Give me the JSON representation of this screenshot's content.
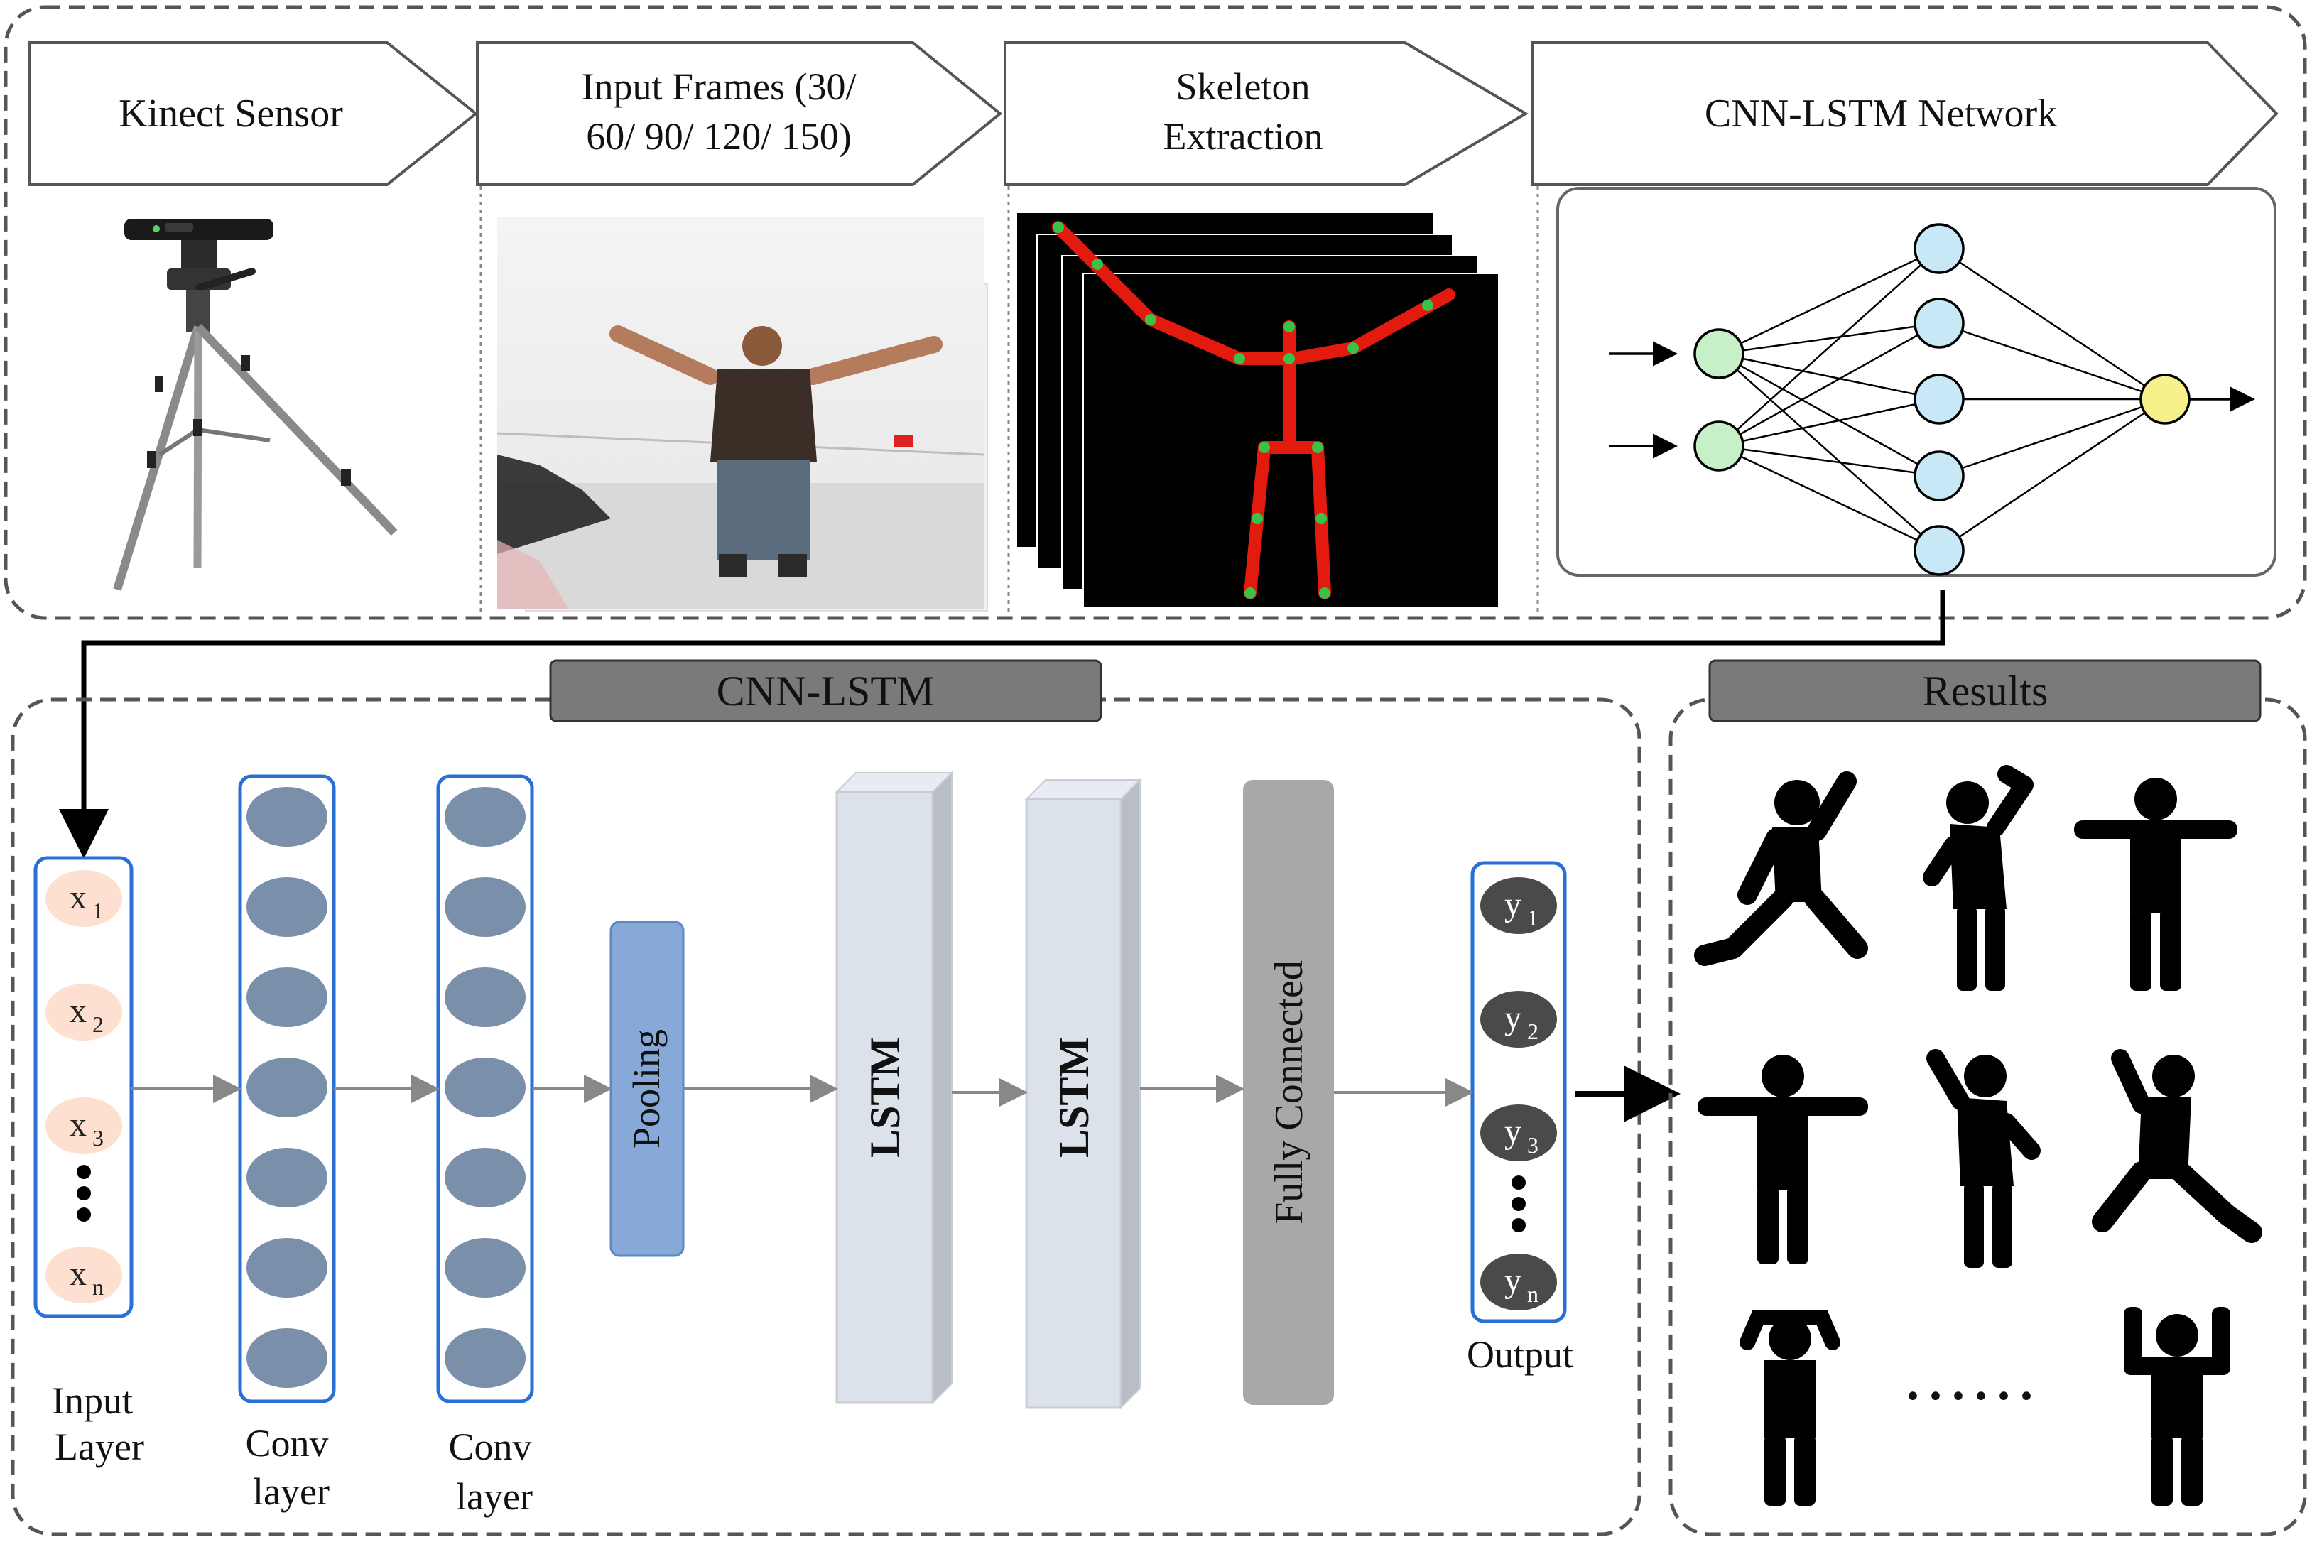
{
  "pipeline": {
    "steps": [
      {
        "lines": [
          "Kinect Sensor"
        ]
      },
      {
        "lines": [
          "Input Frames (30/",
          "60/ 90/ 120/ 150)"
        ]
      },
      {
        "lines": [
          "Skeleton",
          "Extraction"
        ]
      },
      {
        "lines": [
          "CNN-LSTM Network"
        ]
      }
    ]
  },
  "cnn_lstm": {
    "title": "CNN-LSTM",
    "input_nodes": [
      "x",
      "x",
      "x",
      "x"
    ],
    "input_subscripts": [
      "1",
      "2",
      "3",
      "n"
    ],
    "input_label": [
      "Input",
      "Layer"
    ],
    "conv_label": [
      "Conv",
      "layer"
    ],
    "pooling": "Pooling",
    "lstm": "LSTM",
    "fully_connected": "Fully Connected",
    "output_nodes": [
      "y",
      "y",
      "y",
      "y"
    ],
    "output_subscripts": [
      "1",
      "2",
      "3",
      "n"
    ],
    "output_label": "Output"
  },
  "results": {
    "title": "Results",
    "ellipsis": "......"
  },
  "colors": {
    "dashed_border": "#555555",
    "input_node": "#fde0cf",
    "conv_node": "#7a8faa",
    "pooling": "#86a9d8",
    "lstm": "#dce2ea",
    "fully_connected": "#a8a8a8",
    "output_node": "#4a4a4a",
    "skeleton_bone": "#e21b0e",
    "skeleton_joint": "#39c24a",
    "nn_input": "#c8f0c8",
    "nn_hidden": "#c8e8f8",
    "nn_output": "#f8f08a",
    "header_badge": "#7a7a7a",
    "box_border": "#2a6fd6"
  }
}
